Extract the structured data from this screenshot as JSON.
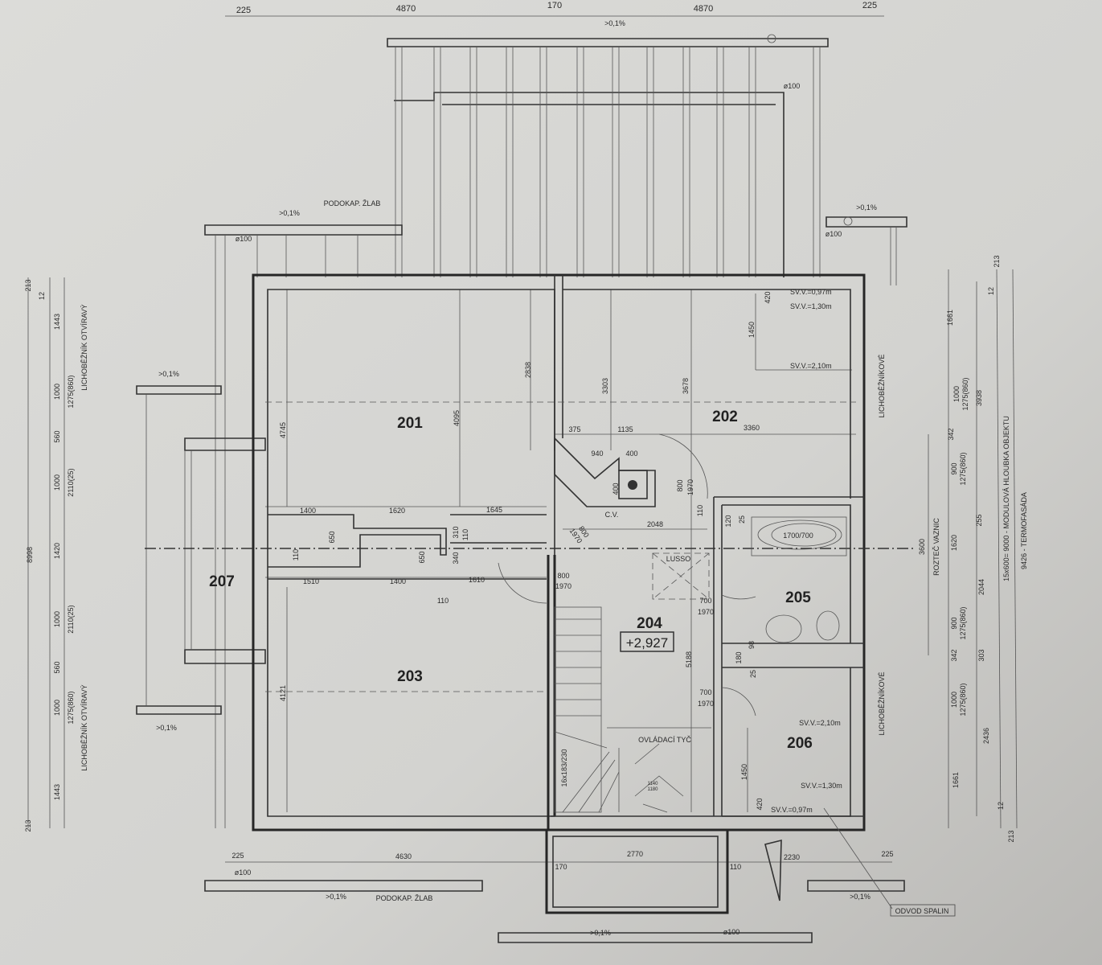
{
  "colors": {
    "paper": "#d6d6d3",
    "line": "#262626"
  },
  "top_dims": [
    "225",
    "4870",
    "170",
    ">0,1%",
    "4870",
    "225"
  ],
  "balcony_top": {
    "pipe": "ø100",
    "gutter": "PODOKAP. ŽLAB",
    "slope_left": ">0,1%",
    "pipe_left": "ø100",
    "slope_right": ">0,1%",
    "pipe_right": "ø100"
  },
  "clear_heights_top": [
    "SV.V.=0,97m",
    "SV.V.=1,30m",
    "SV.V.=2,10m",
    "420",
    "1450"
  ],
  "rooms": {
    "r201": "201",
    "r202": "202",
    "r203": "203",
    "r204": "204",
    "level_204": "+2,927",
    "r205": "205",
    "r206": "206",
    "r207": "207"
  },
  "vertical_dims": [
    "2838",
    "3303",
    "3678",
    "4095",
    "4745",
    "4121",
    "5188"
  ],
  "chimney_dims": [
    "375",
    "1135",
    "3360",
    "940",
    "400",
    "400",
    "C.V.",
    "800",
    "1970",
    "110",
    "2048",
    "800",
    "1970"
  ],
  "partition_dims": [
    "1400",
    "1620",
    "1645",
    "650",
    "310",
    "110",
    "110",
    "650",
    "340",
    "1510",
    "1400",
    "1610",
    "110",
    "800",
    "1970"
  ],
  "bath_dims": {
    "label_lusso": "LUSSO",
    "door_w": "700",
    "door_h": "1970",
    "d120": "120",
    "d25": "25",
    "bathtub": "1700/700",
    "d98": "98",
    "d180": "180",
    "d25b": "25"
  },
  "hall": {
    "door_w": "700",
    "door_h": "1970",
    "control_rod": "OVLÁDACÍ TYČ",
    "hatch_a": "1140",
    "hatch_b": "1180",
    "stairs": "16x183/230"
  },
  "room_206": [
    "SV.V.=2,10m",
    "SV.V.=1,30m",
    "SV.V.=0,97m",
    "1450",
    "420"
  ],
  "trapezoid_label": "LICHOBĚŽNÍKOVÉ",
  "bottom": {
    "d225l": "225",
    "pipe_l": "ø100",
    "d4630": "4630",
    "d2770": "2770",
    "d170": "170",
    "d110": "110",
    "d2230": "2230",
    "d225r": "225",
    "slope_l": ">0,1%",
    "gutter": "PODOKAP. ŽLAB",
    "slope_r": ">0,1%",
    "flue": "ODVOD SPALIN",
    "slope_m": ">0,1%",
    "pipe_m": "ø100"
  },
  "left_dims": [
    "213",
    "12",
    "1443",
    "1000",
    "1275(860)",
    "LICHOBĚŽNÍK OTVÍRAVÝ",
    "560",
    "1000",
    "2110(25)",
    "1420",
    "1000",
    "2110(25)",
    "560",
    "1000",
    "1275(860)",
    "LICHOBĚŽNÍK OTVÍRAVÝ",
    "1443",
    "213",
    "8998",
    ">0,1%",
    ">0,1%"
  ],
  "right_dims": [
    "213",
    "12",
    "1661",
    "1000",
    "1275(860)",
    "3938",
    "342",
    "900",
    "1275(860)",
    "3600",
    "ROZTEČ VAZNIC",
    "1620",
    "255",
    "2044",
    "15x600= 9000 - MODULOVÁ HLOUBKA OBJEKTU",
    "9426 - TERMOFASÁDA",
    "900",
    "1275(860)",
    "342",
    "303",
    "1000",
    "1275(860)",
    "2436",
    "1661",
    "12",
    "213"
  ]
}
